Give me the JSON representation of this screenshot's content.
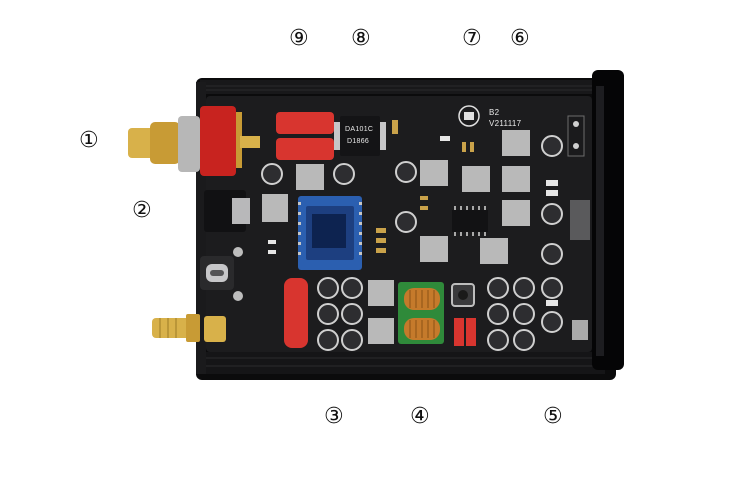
{
  "callouts": {
    "c1": "①",
    "c2": "②",
    "c3": "③",
    "c4": "④",
    "c5": "⑤",
    "c6": "⑥",
    "c7": "⑦",
    "c8": "⑧",
    "c9": "⑨"
  },
  "board": {
    "model": "B2",
    "version": "V211117",
    "chip_top": "DA101C",
    "chip_bottom": "D1866"
  },
  "colors": {
    "background": "#ffffff",
    "pcb": "#1c1c1e",
    "enclosure": "#0b0b0c",
    "gold": "#d8b14a",
    "red_cap": "#d8352f",
    "gray_inductor": "#b9b9b9",
    "bt_module": "#2b5fb0",
    "copper": "#c57a2b",
    "green": "#2f8a3a"
  }
}
